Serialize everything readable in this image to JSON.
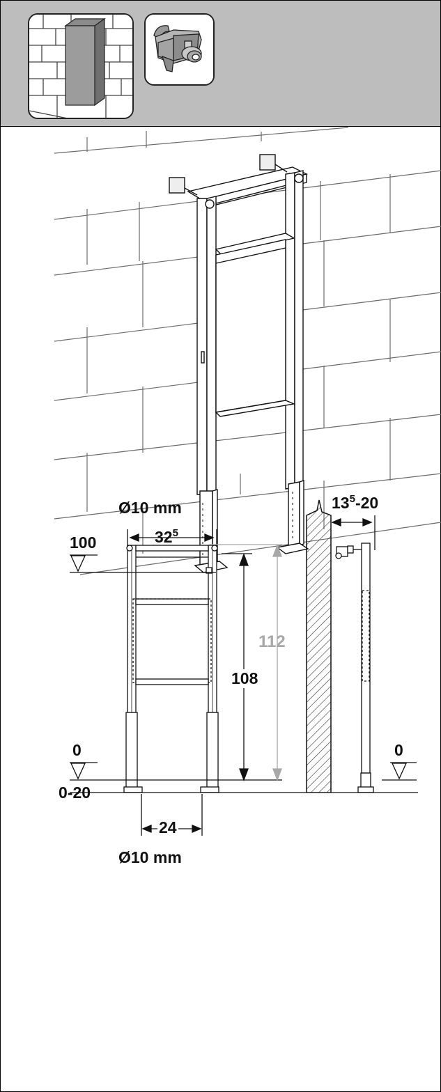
{
  "header": {
    "background": "#bdbdbd",
    "icons": [
      "wall-block-icon",
      "wall-bracket-icon"
    ]
  },
  "illustration": {
    "icons": [
      "installation-frame-perspective",
      "brick-wall"
    ]
  },
  "dimensions": {
    "diameter_top": "Ø10 mm",
    "width_top_main": "32",
    "width_top_sup": "5",
    "level_100": "100",
    "total_height": "112",
    "height_108": "108",
    "level_0_left": "0",
    "range_0_20": "0-20",
    "foot_spacing": "24",
    "diameter_bottom": "Ø10 mm",
    "depth_main": "13",
    "depth_sup": "5",
    "depth_range": "-20",
    "level_0_right": "0"
  },
  "colors": {
    "line": "#111111",
    "gray_dimension": "#a8a8a8",
    "hatch": "#333333"
  }
}
